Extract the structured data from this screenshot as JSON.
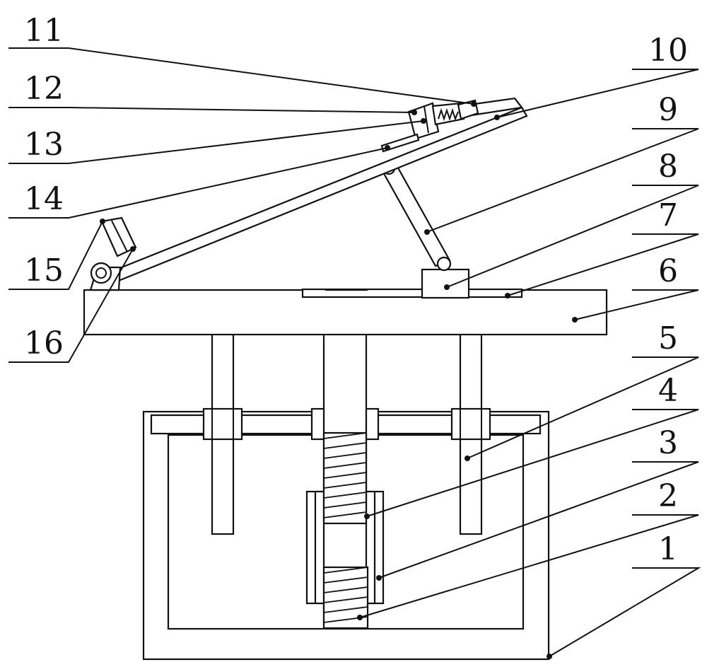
{
  "diagram": {
    "background": "#ffffff",
    "line_color": "#111111",
    "part_labels": [
      "1",
      "2",
      "3",
      "4",
      "5",
      "6",
      "7",
      "8",
      "9",
      "10",
      "11",
      "12",
      "13",
      "14",
      "15",
      "16"
    ]
  }
}
